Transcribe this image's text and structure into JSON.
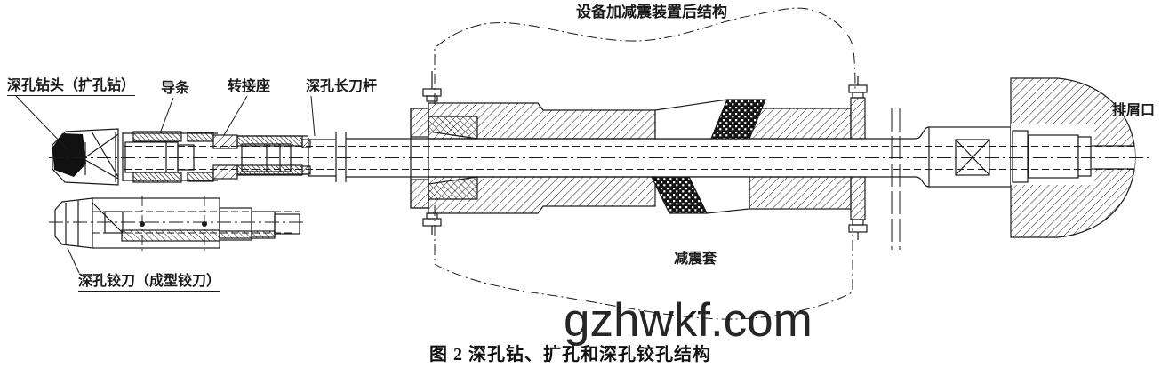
{
  "colors": {
    "ink": "#1a1a1a",
    "background": "#ffffff",
    "watermark": "#141414"
  },
  "annotations": {
    "equipment_damper_structure": "设备加减震装置后结构",
    "drill_head": "深孔钻头（扩孔钻）",
    "guide_bar": "导条",
    "adapter_seat": "转接座",
    "long_tool_bar": "深孔长刀杆",
    "chip_outlet": "排屑口",
    "damper_sleeve": "减震套",
    "reamer": "深孔铰刀（成型铰刀）"
  },
  "caption": "图 2 深孔钻、扩孔和深孔铰孔结构",
  "watermark": "gzhwkf.com"
}
